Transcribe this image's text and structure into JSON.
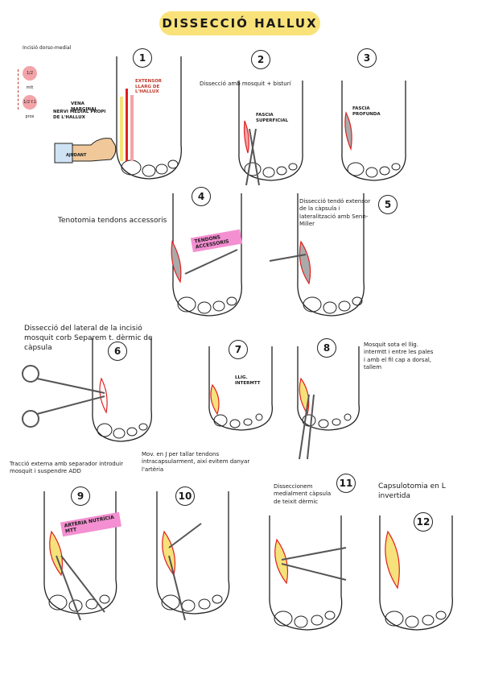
{
  "title": "DISSECCIÓ HALLUX",
  "header_note": "Incisió dorso-medial",
  "marks": {
    "top": "1/2 mtt",
    "bottom": "1/2 f.1 prox"
  },
  "steps": [
    {
      "number": "1",
      "labels": [
        "VENA MARGINAL",
        "NERVI MEDIAL PROPI DE L'HALLUX",
        "EXTENSOR LLARG DE L'HALLUX"
      ],
      "hand_label": "AJUDANT"
    },
    {
      "number": "2",
      "note": "Dissecció amb mosquit + bisturí",
      "labels": [
        "FASCIA SUPERFICIAL"
      ]
    },
    {
      "number": "3",
      "labels": [
        "FASCIA PROFUNDA"
      ]
    },
    {
      "number": "4",
      "note": "Tenotomia tendons accessoris",
      "labels": [
        "TENDONS ACCESSORIS"
      ]
    },
    {
      "number": "5",
      "note": "Dissecció tendó extensor de la càpsula i lateralització amb Senn-Miller"
    },
    {
      "number": "6",
      "note": "Dissecció del lateral de la incisió mosquit corb Separem t. dèrmic de càpsula"
    },
    {
      "number": "7",
      "labels": [
        "LLIG. INTERMTT"
      ]
    },
    {
      "number": "8",
      "note": "Mosquit sota el llig. intermtt i entre les pales i amb el fil cap a dorsal, tallem"
    },
    {
      "number": "9",
      "note": "Tracció externa amb separador introduir mosquit i suspendre ADD",
      "labels": [
        "ARTÈRIA NUTRÍCIA MTT"
      ]
    },
    {
      "number": "10",
      "note": "Mov. en J per tallar tendons intracapsularment, així evitem danyar l'artèria"
    },
    {
      "number": "11",
      "note": "Disseccionem medialment càpsula de teixit dèrmic"
    },
    {
      "number": "12",
      "note": "Capsulotomia en L invertida"
    }
  ],
  "colors": {
    "title_bg": "#f9e27a",
    "incision": "#e02020",
    "tissue": "#f6e27a",
    "pink": "#f48fd1"
  }
}
